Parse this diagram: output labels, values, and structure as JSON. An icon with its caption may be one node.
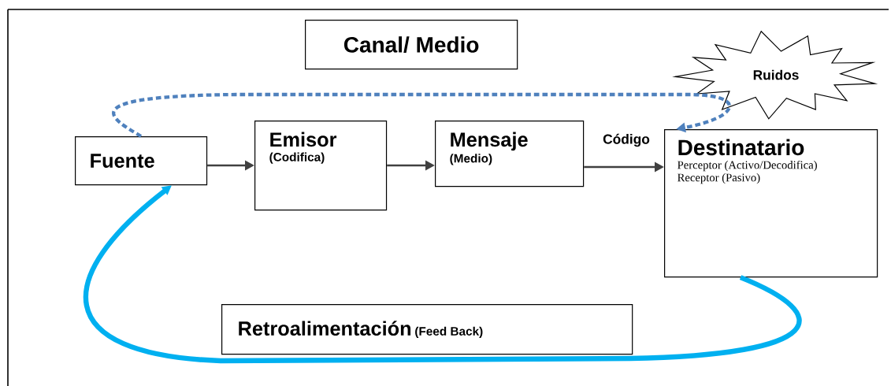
{
  "diagram": {
    "nodes": [
      {
        "text": [
          "Canal/ Medio"
        ]
      },
      {
        "text": [
          "Ruidos"
        ]
      },
      {
        "text": [
          "Fuente"
        ]
      },
      {
        "text": [
          "Emisor",
          "(Codifica)"
        ]
      },
      {
        "text": [
          "Mensaje",
          "(Medio)"
        ]
      },
      {
        "text": [
          "Destinatario",
          "Perceptor (Activo/Decodifica)",
          "Receptor (Pasivo)"
        ]
      },
      {
        "text": [
          "Retroalimentación",
          "(Feed Back)"
        ]
      }
    ],
    "edges": [
      {
        "from": 2,
        "to": 3,
        "arrow": "to"
      },
      {
        "from": 3,
        "to": 4,
        "arrow": "to"
      },
      {
        "from": 4,
        "to": 5,
        "arrow": "to",
        "label": "Código"
      },
      {
        "from": 2,
        "to": 5,
        "arrow": "to",
        "style": "dashed",
        "color": "#4f81bd"
      },
      {
        "from": 5,
        "to": 2,
        "arrow": "to",
        "style": "thick",
        "color": "#00b0f0"
      }
    ]
  }
}
